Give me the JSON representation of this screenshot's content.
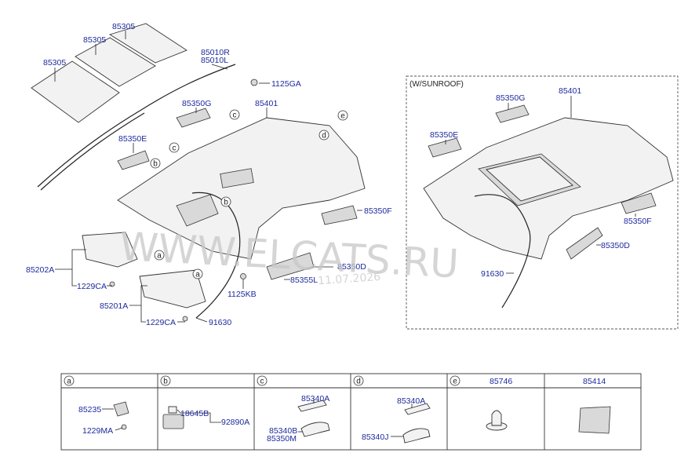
{
  "main_labels": {
    "l85305_top": "85305",
    "l85305_mid": "85305",
    "l85305_left": "85305",
    "l85010r": "85010R",
    "l85010l": "85010L",
    "l1125ga": "1125GA",
    "l85350g": "85350G",
    "l85401": "85401",
    "l85350e": "85350E",
    "l85350f": "85350F",
    "l85202a": "85202A",
    "l1229ca_1": "1229CA",
    "l85350d": "85350D",
    "l85355l": "85355L",
    "l1125kb": "1125KB",
    "l85201a": "85201A",
    "l1229ca_2": "1229CA",
    "l91630": "91630"
  },
  "refs": {
    "a": "a",
    "b": "b",
    "c": "c",
    "d": "d",
    "e": "e"
  },
  "sunroof_panel": {
    "title": "(W/SUNROOF)",
    "l85350g": "85350G",
    "l85401": "85401",
    "l85350e": "85350E",
    "l85350f": "85350F",
    "l85350d": "85350D",
    "l91630": "91630"
  },
  "watermark": {
    "text": "WWW.ELCATS.RU",
    "date": "11.07.2026"
  },
  "table": {
    "headers": [
      {
        "letter": "a",
        "part": ""
      },
      {
        "letter": "b",
        "part": ""
      },
      {
        "letter": "c",
        "part": ""
      },
      {
        "letter": "d",
        "part": ""
      },
      {
        "letter": "e",
        "part": "85746"
      },
      {
        "letter": "",
        "part": "85414"
      }
    ],
    "cell_a": {
      "p1": "85235",
      "p2": "1229MA"
    },
    "cell_b": {
      "p1": "18645B",
      "p2": "92890A"
    },
    "cell_c": {
      "p1": "85340A",
      "p2": "85340B",
      "p3": "85350M"
    },
    "cell_d": {
      "p1": "85340A",
      "p2": "85340J"
    }
  }
}
